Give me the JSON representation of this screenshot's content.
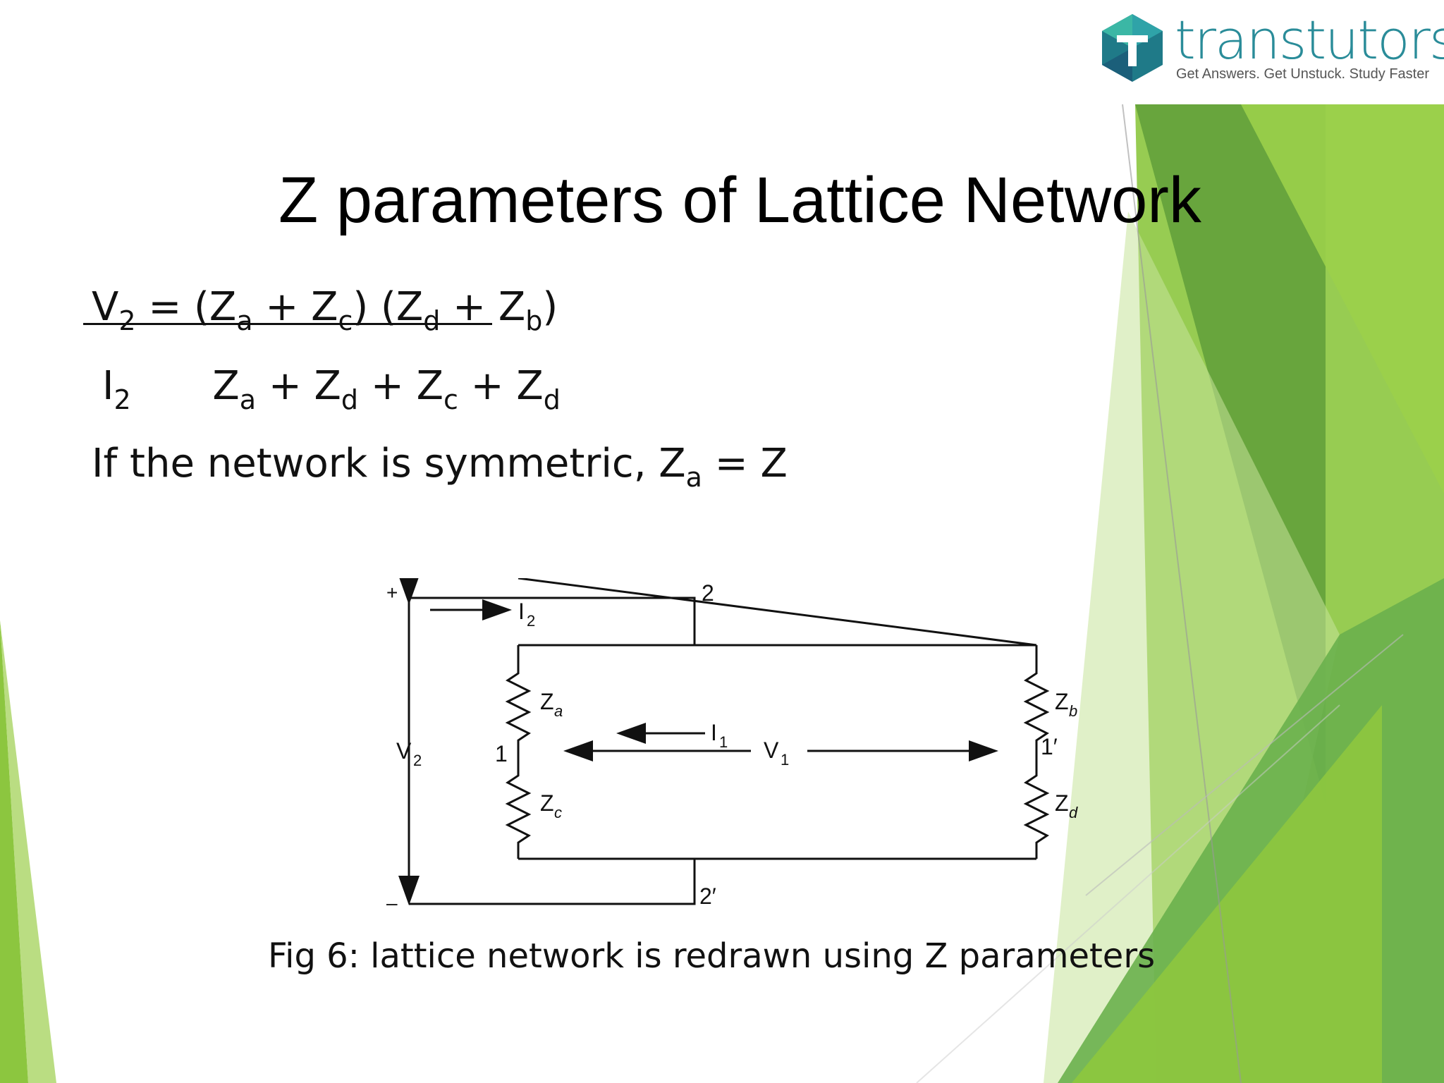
{
  "brand": {
    "name": "transtutors",
    "tagline": "Get Answers. Get Unstuck. Study Faster",
    "colors": {
      "primary": "#2a8c99",
      "accent_green": "#8cc63f"
    }
  },
  "slide": {
    "title": "Z parameters of Lattice Network",
    "eq1": {
      "lhs": "V",
      "lhs_sub": "2",
      "op": "=",
      "t1": "(Z",
      "t1_sub": "a",
      "t2": "+ Z",
      "t2_sub": "c",
      "t3": ") (Z",
      "t3_sub": "d",
      "t4": "+ Z",
      "t4_sub": "b",
      "t5": ")"
    },
    "eq2": {
      "lhs": "I",
      "lhs_sub": "2",
      "t1": "Z",
      "t1_sub": "a",
      "t2": "+ Z",
      "t2_sub": "d",
      "t3": "+ Z",
      "t3_sub": "c",
      "t4": "+ Z",
      "t4_sub": "d"
    },
    "eq3": {
      "text": "If the network is symmetric, Z",
      "sub": "a",
      "tail": "= Z"
    },
    "caption": "Fig 6: lattice network is redrawn using Z parameters"
  },
  "circuit": {
    "labels": {
      "plus": "+",
      "minus": "–",
      "node2": "2",
      "node2p": "2′",
      "node1": "1",
      "node1p": "1′",
      "I2": "I",
      "I2_sub": "2",
      "I1": "I",
      "I1_sub": "1",
      "V1": "V",
      "V1_sub": "1",
      "V2": "V",
      "V2_sub": "2",
      "Za": "Z",
      "Za_sub": "a",
      "Zb": "Z",
      "Zb_sub": "b",
      "Zc": "Z",
      "Zc_sub": "c",
      "Zd": "Z",
      "Zd_sub": "d"
    }
  }
}
